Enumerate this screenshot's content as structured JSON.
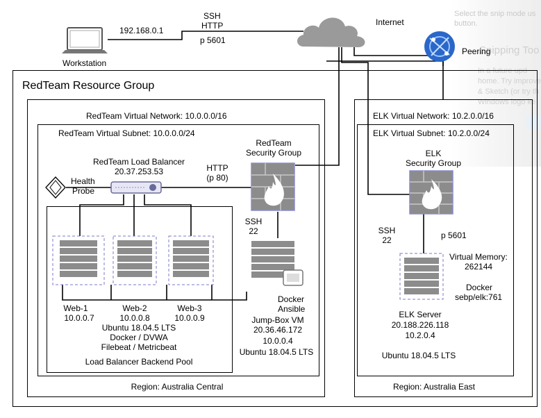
{
  "workstation": {
    "ip": "192.168.0.1",
    "label": "Workstation"
  },
  "link_top": {
    "ssh": "SSH",
    "http": "HTTP",
    "port": "p 5601"
  },
  "internet": {
    "label": "Internet"
  },
  "peering": {
    "label": "Peering"
  },
  "resource_group": {
    "title": "RedTeam Resource Group"
  },
  "redteam": {
    "vnet": "RedTeam Virtual Network: 10.0.0.0/16",
    "subnet": "RedTeam Virtual Subnet: 10.0.0.0/24",
    "region": "Region: Australia Central",
    "load_balancer": {
      "name": "RedTeam Load Balancer",
      "ip": "20.37.253.53"
    },
    "health_probe": {
      "line1": "Health",
      "line2": "Probe"
    },
    "http_link": {
      "line1": "HTTP",
      "line2": "(p 80)"
    },
    "security_group": {
      "line1": "RedTeam",
      "line2": "Security Group"
    },
    "ssh_link": {
      "line1": "SSH",
      "line2": "22"
    },
    "web1": {
      "name": "Web-1",
      "ip": "10.0.0.7"
    },
    "web2": {
      "name": "Web-2",
      "ip": "10.0.0.8"
    },
    "web3": {
      "name": "Web-3",
      "ip": "10.0.0.9"
    },
    "web_specs": {
      "os": "Ubuntu 18.04.5 LTS",
      "apps": "Docker / DVWA",
      "beats": "Filebeat / Metricbeat"
    },
    "backend_pool": "Load Balancer Backend Pool",
    "jumpbox": {
      "tools1": "Docker",
      "tools2": "Ansible",
      "name": "Jump-Box VM",
      "public_ip": "20.36.46.172",
      "private_ip": "10.0.0.4",
      "os": "Ubuntu 18.04.5 LTS"
    }
  },
  "elk": {
    "vnet": "ELK Virtual Network: 10.2.0.0/16",
    "subnet": "ELK Virtual Subnet: 10.2.0.0/24",
    "region": "Region: Australia East",
    "security_group": {
      "line1": "ELK",
      "line2": "Security Group"
    },
    "ssh_link": {
      "line1": "SSH",
      "line2": "22"
    },
    "port": "p 5601",
    "vm_label": "Virtual Memory:",
    "vm_value": "262144",
    "docker_label": "Docker",
    "docker_image": "sebp/elk:761",
    "server": {
      "name": "ELK Server",
      "public_ip": "20.188.226.118",
      "private_ip": "10.2.0.4"
    },
    "os": "Ubuntu 18.04.5 LTS"
  },
  "overlay": {
    "snip_text_1": "Select the snip mode us",
    "snip_text_2": "button.",
    "snip_title": "Snipping Too",
    "snip_body_1": "In a future upd",
    "snip_body_2": "home. Try improve",
    "snip_body_3": "& Sketch (or try th",
    "snip_body_4": "Windows logo ke"
  },
  "colors": {
    "line": "#000000",
    "server_fill": "#8a8a8a",
    "server_border": "#8080c0",
    "firewall": "#8a8a8a",
    "fire": "#ffffff",
    "cloud": "#999999",
    "peering_blue": "#2565c8"
  }
}
